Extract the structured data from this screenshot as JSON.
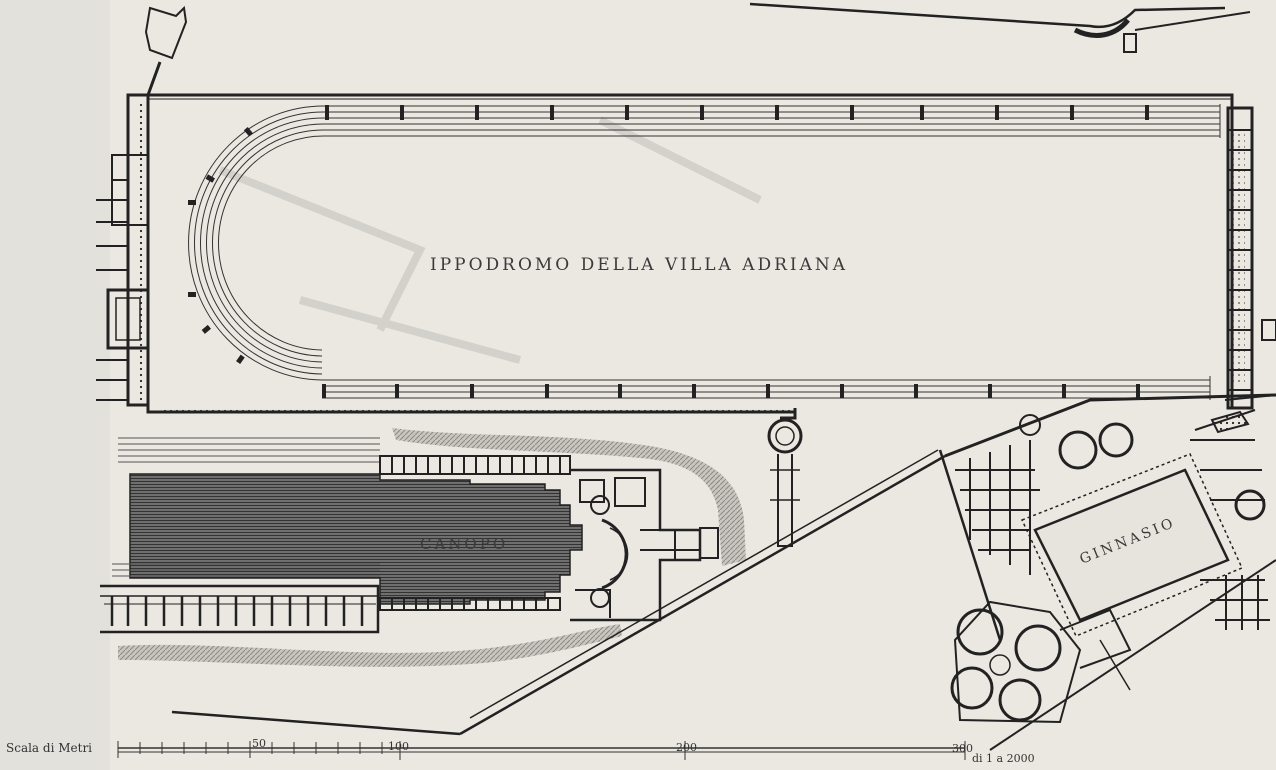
{
  "map": {
    "labels": {
      "hippodrome": "IPPODROMO DELLA VILLA ADRIANA",
      "canopus": "CANOPO",
      "gymnasium": "GINNASIO"
    },
    "scale": {
      "caption": "Scala di Metri",
      "ticks": [
        "50",
        "100",
        "200",
        "300"
      ],
      "ratio": "di 1 a 2000"
    }
  }
}
